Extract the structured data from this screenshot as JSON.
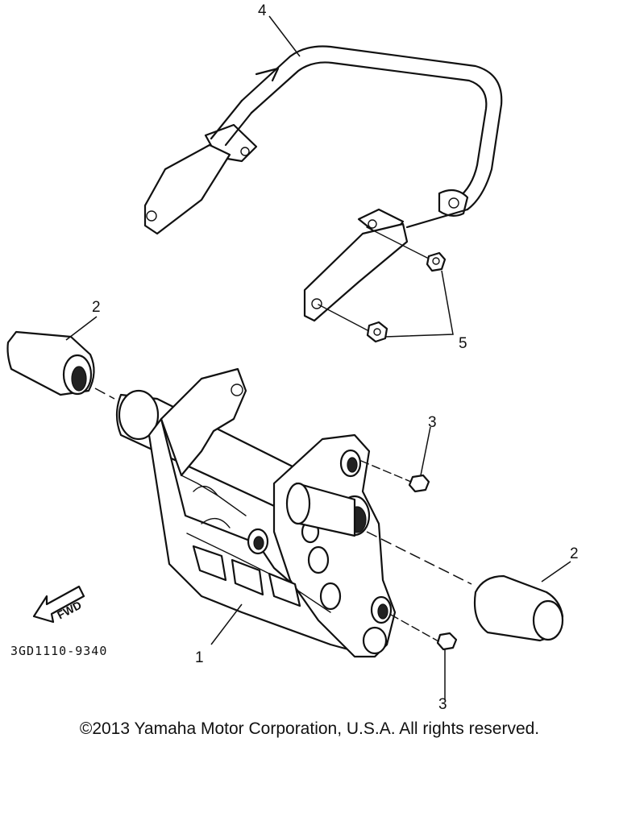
{
  "diagram": {
    "part_number": "3GD1110-9340",
    "fwd_label": "FWD",
    "callouts": {
      "c1": "1",
      "c2a": "2",
      "c2b": "2",
      "c3a": "3",
      "c3b": "3",
      "c4": "4",
      "c5": "5"
    }
  },
  "footer": {
    "copyright": "©2013 Yamaha Motor Corporation, U.S.A. All rights reserved."
  }
}
